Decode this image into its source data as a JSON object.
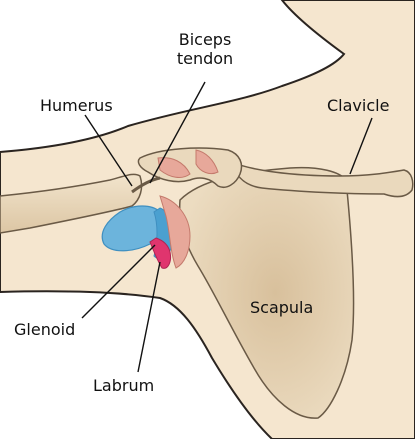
{
  "labels": {
    "biceps_line1": "Biceps",
    "biceps_line2": "tendon",
    "humerus": "Humerus",
    "clavicle": "Clavicle",
    "scapula": "Scapula",
    "glenoid": "Glenoid",
    "labrum": "Labrum"
  },
  "colors": {
    "skin": "#f5e6cf",
    "skin_outline": "#2a2420",
    "bone": "#ead9bd",
    "bone_shade": "#d9c3a0",
    "bone_outline": "#6a5a46",
    "cartilage": "#6cb4dc",
    "cartilage_dark": "#3f8fc0",
    "labrum": "#e0356e",
    "ligament": "#e7a89a",
    "ligament_line": "#c47a6c",
    "leader_line": "#111111"
  }
}
